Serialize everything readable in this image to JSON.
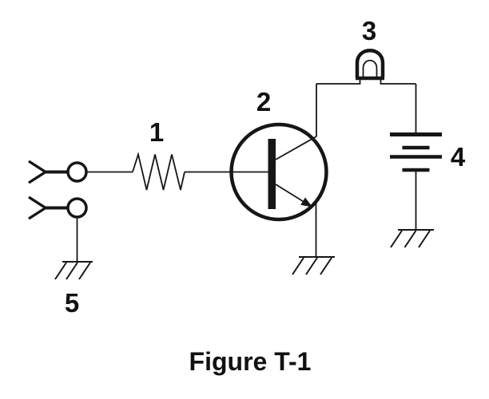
{
  "figure": {
    "caption": "Figure T-1",
    "background_color": "#ffffff",
    "line_color": "#161616"
  },
  "components": {
    "resistor": {
      "label": "1",
      "symbol": "resistor-zigzag"
    },
    "transistor": {
      "label": "2",
      "symbol": "npn-transistor-circle"
    },
    "lamp": {
      "label": "3",
      "symbol": "lamp-dome"
    },
    "battery": {
      "label": "4",
      "symbol": "battery-multicell"
    },
    "input_ground": {
      "label": "5",
      "symbol": "earth-ground"
    }
  }
}
